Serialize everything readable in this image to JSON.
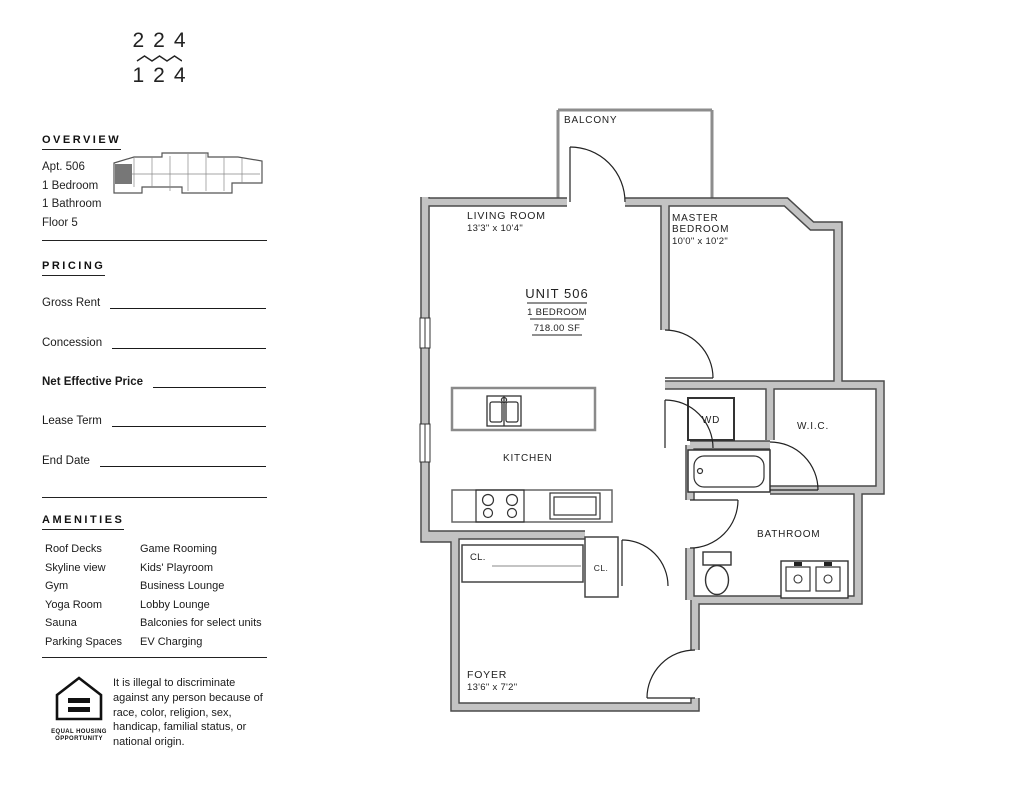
{
  "logo": {
    "line1": "224",
    "line2": "124"
  },
  "sidebar": {
    "overview": {
      "heading": "OVERVIEW",
      "lines": [
        "Apt. 506",
        "1 Bedroom",
        "1 Bathroom",
        "Floor 5"
      ]
    },
    "pricing": {
      "heading": "PRICING",
      "fields": [
        {
          "label": "Gross Rent"
        },
        {
          "label": "Concession"
        },
        {
          "label": "Net Effective Price"
        },
        {
          "label": "Lease Term"
        },
        {
          "label": "End Date"
        }
      ]
    },
    "amenities": {
      "heading": "AMENITIES",
      "col1": [
        "Roof Decks",
        "Skyline view",
        "Gym",
        "Yoga Room",
        "Sauna",
        "Parking Spaces"
      ],
      "col2": [
        "Game Rooming",
        "Kids' Playroom",
        "Business Lounge",
        "Lobby Lounge",
        "Balconies for select units",
        "EV Charging"
      ]
    },
    "legal": {
      "eho_caption_line1": "EQUAL HOUSING",
      "eho_caption_line2": "OPPORTUNITY",
      "text": "It is illegal to discriminate against any person because of race, color, religion, sex, handicap, familial status, or national origin."
    }
  },
  "floorplan": {
    "balcony": "BALCONY",
    "living_room_name": "LIVING ROOM",
    "living_room_dims": "13'3\" x 10'4\"",
    "master_line1": "MASTER",
    "master_line2": "BEDROOM",
    "master_dims": "10'0\" x 10'2\"",
    "unit_title": "UNIT 506",
    "unit_type": "1 BEDROOM",
    "unit_area": "718.00 SF",
    "kitchen": "KITCHEN",
    "wic": "W.I.C.",
    "wd": "WD",
    "bathroom": "BATHROOM",
    "closet_long": "CL.",
    "closet_small": "CL.",
    "foyer_name": "FOYER",
    "foyer_dims": "13'6\" x 7'2\""
  },
  "colors": {
    "wall_gray": "#c3c3c3",
    "line_dark": "#222222"
  }
}
